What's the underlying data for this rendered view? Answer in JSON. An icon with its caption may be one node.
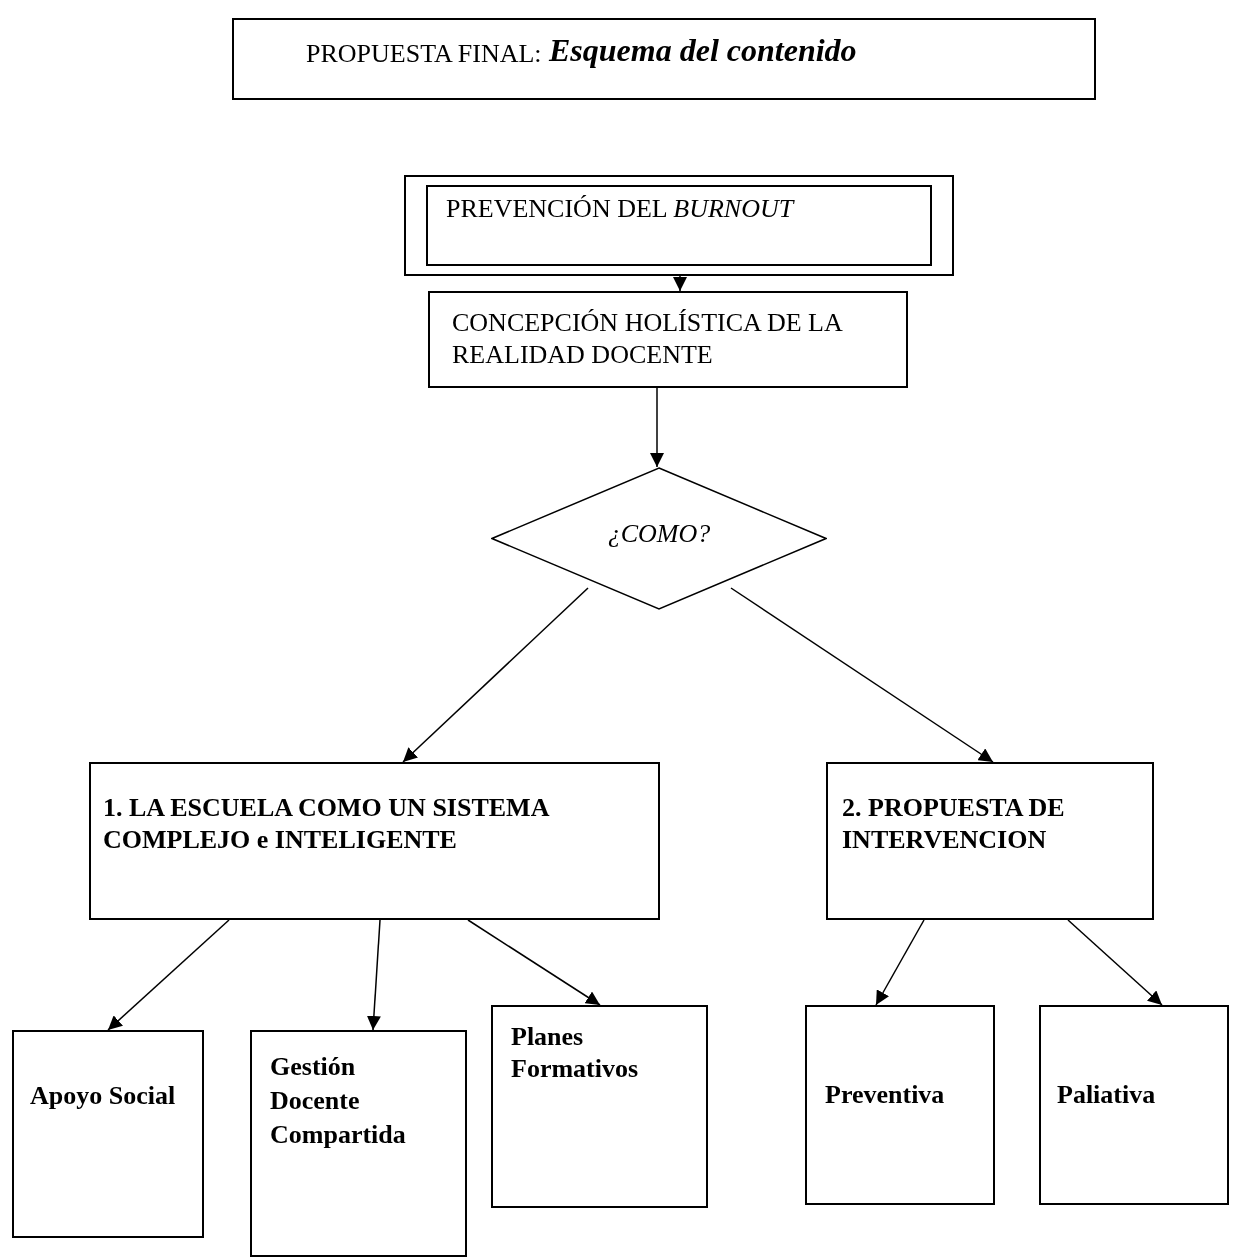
{
  "diagram": {
    "nodes": [
      {
        "text": [
          "PROPUESTA FINAL:",
          "Esquema del contenido"
        ]
      },
      {
        "text": [
          "PREVENCIÓN DEL *BURNOUT*"
        ]
      },
      {
        "text": [
          "CONCEPCIÓN HOLÍSTICA DE LA REALIDAD DOCENTE"
        ]
      },
      {
        "text": [
          "¿COMO?"
        ]
      },
      {
        "text": [
          "1. LA ESCUELA COMO UN SISTEMA COMPLEJO e INTELIGENTE"
        ]
      },
      {
        "text": [
          "2. PROPUESTA DE INTERVENCION"
        ]
      },
      {
        "text": [
          "Apoyo Social"
        ]
      },
      {
        "text": [
          "Gestión Docente Compartida"
        ]
      },
      {
        "text": [
          "Planes Formativos"
        ]
      },
      {
        "text": [
          "Preventiva"
        ]
      },
      {
        "text": [
          "Paliativa"
        ]
      }
    ],
    "edges": [
      {
        "from": 1,
        "to": 2,
        "arrow": "to"
      },
      {
        "from": 2,
        "to": 3,
        "arrow": "to"
      },
      {
        "from": 3,
        "to": 4,
        "arrow": "to"
      },
      {
        "from": 3,
        "to": 5,
        "arrow": "to"
      },
      {
        "from": 4,
        "to": 6,
        "arrow": "to"
      },
      {
        "from": 4,
        "to": 7,
        "arrow": "to"
      },
      {
        "from": 4,
        "to": 8,
        "arrow": "to"
      },
      {
        "from": 5,
        "to": 9,
        "arrow": "to"
      },
      {
        "from": 5,
        "to": 10,
        "arrow": "to"
      }
    ]
  }
}
